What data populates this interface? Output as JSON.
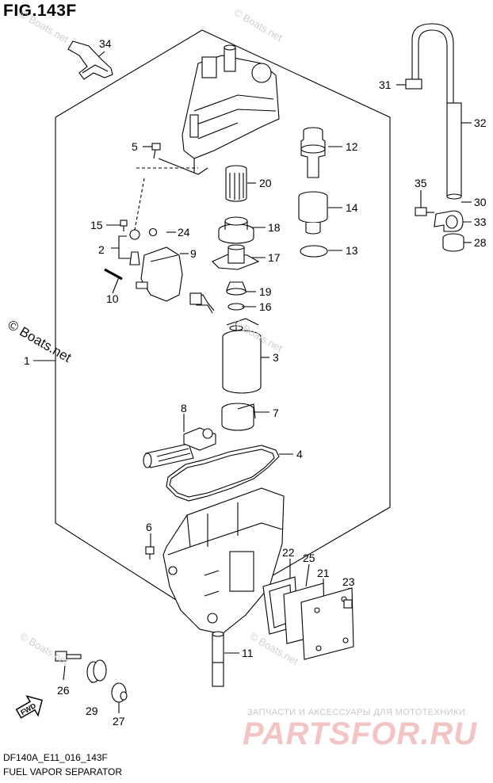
{
  "figure": {
    "title": "FIG.143F"
  },
  "callouts": {
    "c1": "1",
    "c2": "2",
    "c3": "3",
    "c4": "4",
    "c5": "5",
    "c6": "6",
    "c7": "7",
    "c8": "8",
    "c9": "9",
    "c10": "10",
    "c11": "11",
    "c12": "12",
    "c13": "13",
    "c14": "14",
    "c15": "15",
    "c16": "16",
    "c17": "17",
    "c18": "18",
    "c19": "19",
    "c20": "20",
    "c21": "21",
    "c22": "22",
    "c23": "23",
    "c24": "24",
    "c25": "25",
    "c26": "26",
    "c27": "27",
    "c28": "28",
    "c29": "29",
    "c30": "30",
    "c31": "31",
    "c32": "32",
    "c33": "33",
    "c34": "34",
    "c35": "35"
  },
  "watermark": {
    "main": "© Boats.net",
    "faint": "© Boats.net"
  },
  "footer": {
    "code": "DF140A_E11_016_143F",
    "name": "FUEL VAPOR SEPARATOR"
  },
  "shop": {
    "tagline": "ЗАПЧАСТИ И АКСЕССУАРЫ ДЛЯ МОТОТЕХНИКИ",
    "logo": "PARTSFOR.RU"
  },
  "fwd_label": "FWD"
}
